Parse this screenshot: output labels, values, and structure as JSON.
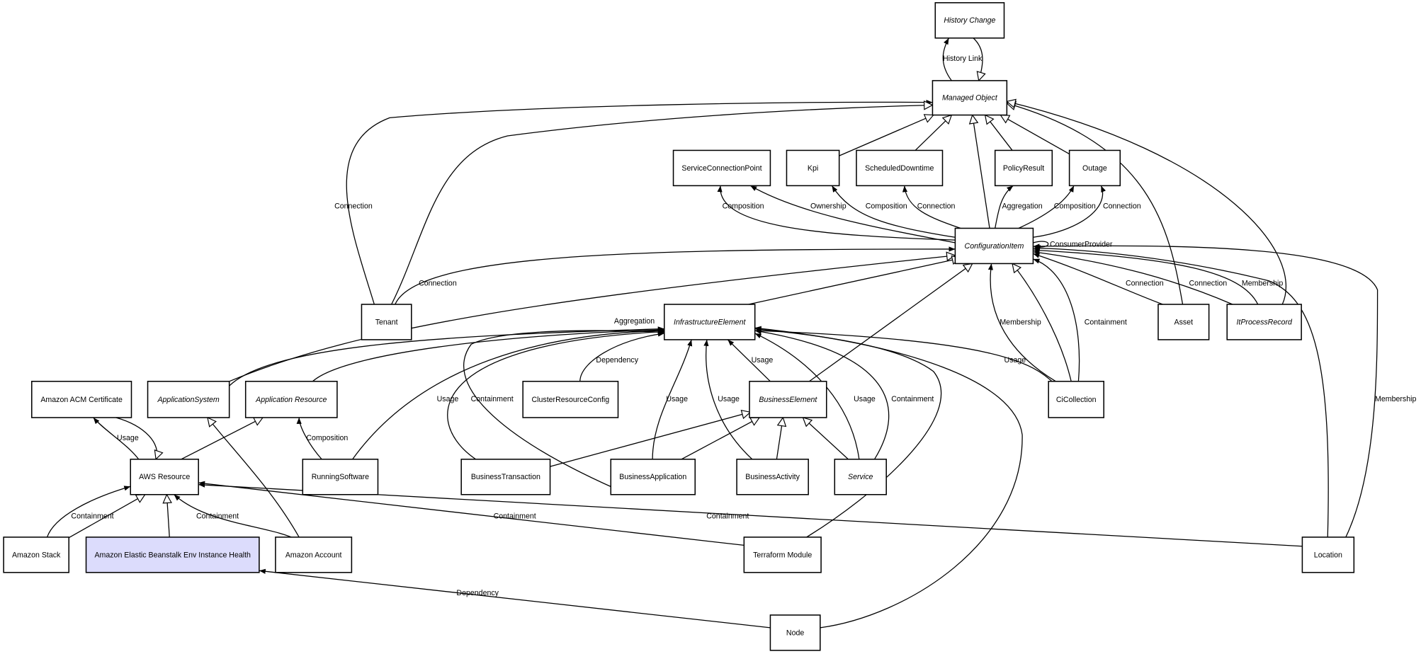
{
  "diagram": {
    "colors": {
      "highlight_fill": "#dcdcfc",
      "stroke": "#000000",
      "background": "#ffffff"
    },
    "nodes": [
      {
        "id": "historyChange",
        "label": "History Change",
        "abstract": true
      },
      {
        "id": "managedObject",
        "label": "Managed Object",
        "abstract": true
      },
      {
        "id": "scp",
        "label": "ServiceConnectionPoint"
      },
      {
        "id": "kpi",
        "label": "Kpi"
      },
      {
        "id": "sd",
        "label": "ScheduledDowntime"
      },
      {
        "id": "pr",
        "label": "PolicyResult"
      },
      {
        "id": "outage",
        "label": "Outage"
      },
      {
        "id": "ci",
        "label": "ConfigurationItem",
        "abstract": true
      },
      {
        "id": "tenant",
        "label": "Tenant"
      },
      {
        "id": "ie",
        "label": "InfrastructureElement",
        "abstract": true
      },
      {
        "id": "asset",
        "label": "Asset"
      },
      {
        "id": "itpr",
        "label": "ItProcessRecord",
        "abstract": true
      },
      {
        "id": "acm",
        "label": "Amazon ACM Certificate"
      },
      {
        "id": "appsys",
        "label": "ApplicationSystem",
        "abstract": true
      },
      {
        "id": "appres",
        "label": "Application Resource",
        "abstract": true
      },
      {
        "id": "crc",
        "label": "ClusterResourceConfig"
      },
      {
        "id": "be",
        "label": "BusinessElement",
        "abstract": true
      },
      {
        "id": "cicoll",
        "label": "CiCollection"
      },
      {
        "id": "aws",
        "label": "AWS Resource"
      },
      {
        "id": "rs",
        "label": "RunningSoftware"
      },
      {
        "id": "bt",
        "label": "BusinessTransaction"
      },
      {
        "id": "ba",
        "label": "BusinessApplication"
      },
      {
        "id": "bact",
        "label": "BusinessActivity"
      },
      {
        "id": "service",
        "label": "Service",
        "abstract": true
      },
      {
        "id": "stack",
        "label": "Amazon Stack"
      },
      {
        "id": "beanstalk",
        "label": "Amazon Elastic Beanstalk Env Instance Health",
        "highlighted": true
      },
      {
        "id": "account",
        "label": "Amazon Account"
      },
      {
        "id": "tm",
        "label": "Terraform Module"
      },
      {
        "id": "location",
        "label": "Location"
      },
      {
        "id": "node",
        "label": "Node"
      }
    ],
    "edges": [
      {
        "from": "managedObject",
        "to": "historyChange",
        "type": "association",
        "label": "History Link"
      },
      {
        "from": "historyChange",
        "to": "managedObject",
        "type": "generalization",
        "label": ""
      },
      {
        "from": "tenant",
        "to": "managedObject",
        "type": "association",
        "label": "Connection"
      },
      {
        "from": "tenant",
        "to": "managedObject",
        "type": "generalization",
        "label": ""
      },
      {
        "from": "kpi",
        "to": "managedObject",
        "type": "generalization",
        "label": ""
      },
      {
        "from": "sd",
        "to": "managedObject",
        "type": "generalization",
        "label": ""
      },
      {
        "from": "ci",
        "to": "managedObject",
        "type": "generalization",
        "label": ""
      },
      {
        "from": "pr",
        "to": "managedObject",
        "type": "generalization",
        "label": ""
      },
      {
        "from": "outage",
        "to": "managedObject",
        "type": "generalization",
        "label": ""
      },
      {
        "from": "asset",
        "to": "managedObject",
        "type": "generalization",
        "label": ""
      },
      {
        "from": "itpr",
        "to": "managedObject",
        "type": "generalization",
        "label": ""
      },
      {
        "from": "ci",
        "to": "scp",
        "type": "association",
        "label": "Composition"
      },
      {
        "from": "ci",
        "to": "scp",
        "type": "association",
        "label": "Ownership"
      },
      {
        "from": "ci",
        "to": "kpi",
        "type": "association",
        "label": "Composition"
      },
      {
        "from": "ci",
        "to": "sd",
        "type": "association",
        "label": "Connection"
      },
      {
        "from": "ci",
        "to": "pr",
        "type": "association",
        "label": "Aggregation"
      },
      {
        "from": "ci",
        "to": "outage",
        "type": "association",
        "label": "Composition"
      },
      {
        "from": "ci",
        "to": "outage",
        "type": "association",
        "label": "Connection"
      },
      {
        "from": "ci",
        "to": "ci",
        "type": "association",
        "label": "ConsumerProvider"
      },
      {
        "from": "tenant",
        "to": "ci",
        "type": "association",
        "label": "Connection"
      },
      {
        "from": "appsys",
        "to": "ci",
        "type": "generalization",
        "label": ""
      },
      {
        "from": "ie",
        "to": "ci",
        "type": "generalization",
        "label": ""
      },
      {
        "from": "be",
        "to": "ci",
        "type": "generalization",
        "label": ""
      },
      {
        "from": "cicoll",
        "to": "ci",
        "type": "association",
        "label": "Membership"
      },
      {
        "from": "cicoll",
        "to": "ci",
        "type": "generalization",
        "label": ""
      },
      {
        "from": "cicoll",
        "to": "ci",
        "type": "association",
        "label": "Containment"
      },
      {
        "from": "asset",
        "to": "ci",
        "type": "association",
        "label": "Connection"
      },
      {
        "from": "itpr",
        "to": "ci",
        "type": "association",
        "label": "Connection"
      },
      {
        "from": "itpr",
        "to": "ci",
        "type": "association",
        "label": "Membership"
      },
      {
        "from": "location",
        "to": "ci",
        "type": "association",
        "label": ""
      },
      {
        "from": "location",
        "to": "ci",
        "type": "association",
        "label": "Membership"
      },
      {
        "from": "appsys",
        "to": "ie",
        "type": "association",
        "label": "Aggregation"
      },
      {
        "from": "appres",
        "to": "ie",
        "type": "association",
        "label": ""
      },
      {
        "from": "rs",
        "to": "ie",
        "type": "association",
        "label": ""
      },
      {
        "from": "bt",
        "to": "ie",
        "type": "association",
        "label": "Usage"
      },
      {
        "from": "ba",
        "to": "ie",
        "type": "association",
        "label": "Containment"
      },
      {
        "from": "crc",
        "to": "ie",
        "type": "association",
        "label": "Dependency"
      },
      {
        "from": "ba",
        "to": "ie",
        "type": "association",
        "label": "Usage"
      },
      {
        "from": "bact",
        "to": "ie",
        "type": "association",
        "label": "Usage"
      },
      {
        "from": "be",
        "to": "ie",
        "type": "association",
        "label": "Usage"
      },
      {
        "from": "service",
        "to": "ie",
        "type": "association",
        "label": "Usage"
      },
      {
        "from": "service",
        "to": "ie",
        "type": "association",
        "label": "Containment"
      },
      {
        "from": "tm",
        "to": "ie",
        "type": "association",
        "label": ""
      },
      {
        "from": "node",
        "to": "ie",
        "type": "association",
        "label": ""
      },
      {
        "from": "cicoll",
        "to": "ie",
        "type": "association",
        "label": "Usage"
      },
      {
        "from": "bt",
        "to": "be",
        "type": "generalization",
        "label": ""
      },
      {
        "from": "ba",
        "to": "be",
        "type": "generalization",
        "label": ""
      },
      {
        "from": "bact",
        "to": "be",
        "type": "generalization",
        "label": ""
      },
      {
        "from": "service",
        "to": "be",
        "type": "generalization",
        "label": ""
      },
      {
        "from": "aws",
        "to": "acm",
        "type": "association",
        "label": "Usage"
      },
      {
        "from": "acm",
        "to": "aws",
        "type": "generalization",
        "label": ""
      },
      {
        "from": "aws",
        "to": "appres",
        "type": "generalization",
        "label": ""
      },
      {
        "from": "account",
        "to": "appsys",
        "type": "generalization",
        "label": ""
      },
      {
        "from": "rs",
        "to": "appres",
        "type": "association",
        "label": "Composition"
      },
      {
        "from": "stack",
        "to": "aws",
        "type": "association",
        "label": "Containment"
      },
      {
        "from": "stack",
        "to": "aws",
        "type": "generalization",
        "label": ""
      },
      {
        "from": "beanstalk",
        "to": "aws",
        "type": "generalization",
        "label": ""
      },
      {
        "from": "account",
        "to": "aws",
        "type": "association",
        "label": "Containment"
      },
      {
        "from": "tm",
        "to": "aws",
        "type": "association",
        "label": "Containment"
      },
      {
        "from": "location",
        "to": "aws",
        "type": "association",
        "label": "Containment"
      },
      {
        "from": "node",
        "to": "beanstalk",
        "type": "association",
        "label": "Dependency"
      }
    ]
  }
}
